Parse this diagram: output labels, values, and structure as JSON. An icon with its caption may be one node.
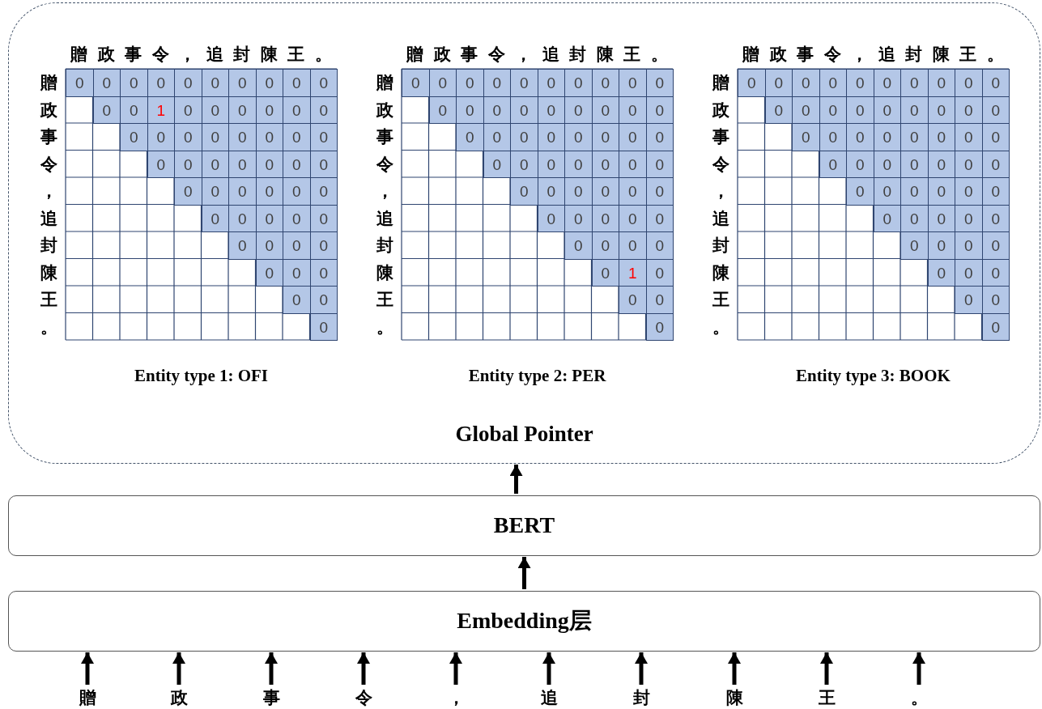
{
  "diagram": {
    "nodes": [
      {
        "text": [
          "Global Pointer"
        ]
      },
      {
        "text": [
          "Entity type 1: OFI"
        ],
        "in": 0
      },
      {
        "text": [
          "Entity type 2: PER"
        ],
        "in": 0
      },
      {
        "text": [
          "Entity type 3: BOOK"
        ],
        "in": 0
      },
      {
        "text": [
          "BERT"
        ]
      },
      {
        "text": [
          "Embedding层"
        ]
      },
      {
        "text": [
          "贈"
        ]
      },
      {
        "text": [
          "政"
        ]
      },
      {
        "text": [
          "事"
        ]
      },
      {
        "text": [
          "令"
        ]
      },
      {
        "text": [
          "，"
        ]
      },
      {
        "text": [
          "追"
        ]
      },
      {
        "text": [
          "封"
        ]
      },
      {
        "text": [
          "陳"
        ]
      },
      {
        "text": [
          "王"
        ]
      },
      {
        "text": [
          "。"
        ]
      }
    ],
    "edges": [
      {
        "from": 6,
        "to": 5,
        "arrow": "to"
      },
      {
        "from": 7,
        "to": 5,
        "arrow": "to"
      },
      {
        "from": 8,
        "to": 5,
        "arrow": "to"
      },
      {
        "from": 9,
        "to": 5,
        "arrow": "to"
      },
      {
        "from": 10,
        "to": 5,
        "arrow": "to"
      },
      {
        "from": 11,
        "to": 5,
        "arrow": "to"
      },
      {
        "from": 12,
        "to": 5,
        "arrow": "to"
      },
      {
        "from": 13,
        "to": 5,
        "arrow": "to"
      },
      {
        "from": 14,
        "to": 5,
        "arrow": "to"
      },
      {
        "from": 15,
        "to": 5,
        "arrow": "to"
      },
      {
        "from": 5,
        "to": 4,
        "arrow": "to"
      },
      {
        "from": 4,
        "to": 0,
        "arrow": "to"
      }
    ],
    "labels": [
      "贈",
      "政",
      "事",
      "令",
      "，",
      "追",
      "封",
      "陳",
      "王",
      "。",
      "贈",
      "0",
      "0",
      "0",
      "0",
      "0",
      "0",
      "0",
      "0",
      "0",
      "0",
      "政",
      "0",
      "0",
      "1",
      "0",
      "0",
      "0",
      "0",
      "0",
      "0",
      "事",
      "0",
      "0",
      "0",
      "0",
      "0",
      "0",
      "0",
      "0",
      "令",
      "0",
      "0",
      "0",
      "0",
      "0",
      "0",
      "0",
      "，",
      "0",
      "0",
      "0",
      "0",
      "0",
      "0",
      "追",
      "0",
      "0",
      "0",
      "0",
      "0",
      "封",
      "0",
      "0",
      "0",
      "0",
      "陳",
      "0",
      "0",
      "0",
      "王",
      "0",
      "0",
      "。",
      "0",
      "贈",
      "政",
      "事",
      "令",
      "，",
      "追",
      "封",
      "陳",
      "王",
      "。",
      "贈",
      "0",
      "0",
      "0",
      "0",
      "0",
      "0",
      "0",
      "0",
      "0",
      "0",
      "政",
      "0",
      "0",
      "0",
      "0",
      "0",
      "0",
      "0",
      "0",
      "0",
      "事",
      "0",
      "0",
      "0",
      "0",
      "0",
      "0",
      "0",
      "0",
      "令",
      "0",
      "0",
      "0",
      "0",
      "0",
      "0",
      "0",
      "，",
      "0",
      "0",
      "0",
      "0",
      "0",
      "0",
      "追",
      "0",
      "0",
      "0",
      "0",
      "0",
      "封",
      "0",
      "0",
      "0",
      "0",
      "陳",
      "0",
      "1",
      "0",
      "王",
      "0",
      "0",
      "。",
      "0",
      "贈",
      "政",
      "事",
      "令",
      "，",
      "追",
      "封",
      "陳",
      "王",
      "。",
      "贈",
      "0",
      "0",
      "0",
      "0",
      "0",
      "0",
      "0",
      "0",
      "0",
      "0",
      "政",
      "0",
      "0",
      "0",
      "0",
      "0",
      "0",
      "0",
      "0",
      "0",
      "事",
      "0",
      "0",
      "0",
      "0",
      "0",
      "0",
      "0",
      "0",
      "令",
      "0",
      "0",
      "0",
      "0",
      "0",
      "0",
      "0",
      "，",
      "0",
      "0",
      "0",
      "0",
      "0",
      "0",
      "追",
      "0",
      "0",
      "0",
      "0",
      "0",
      "封",
      "0",
      "0",
      "0",
      "0",
      "陳",
      "0",
      "0",
      "0",
      "王",
      "0",
      "0",
      "。",
      "0"
    ]
  }
}
